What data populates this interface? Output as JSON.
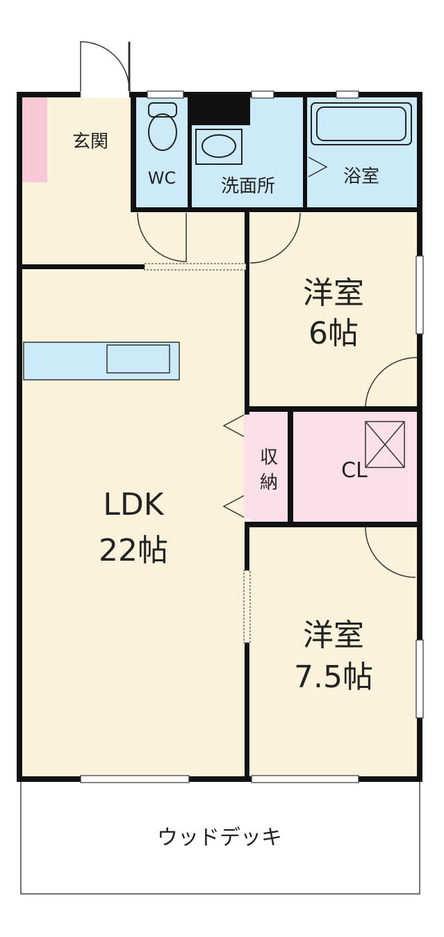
{
  "rooms": {
    "entrance": "玄関",
    "wc": "WC",
    "washroom": "洗面所",
    "bath": "浴室",
    "western1_name": "洋室",
    "western1_size": "6帖",
    "storage_line1": "収",
    "storage_line2": "納",
    "closet": "CL",
    "ldk_name": "LDK",
    "ldk_size": "22帖",
    "western2_name": "洋室",
    "western2_size": "7.5帖",
    "deck": "ウッドデッキ"
  },
  "colors": {
    "floor": "#fbf2dc",
    "water": "#cdeaf8",
    "pink": "#fbe0ea",
    "wall": "#111111",
    "accent_pink": "#f7c9d6"
  }
}
